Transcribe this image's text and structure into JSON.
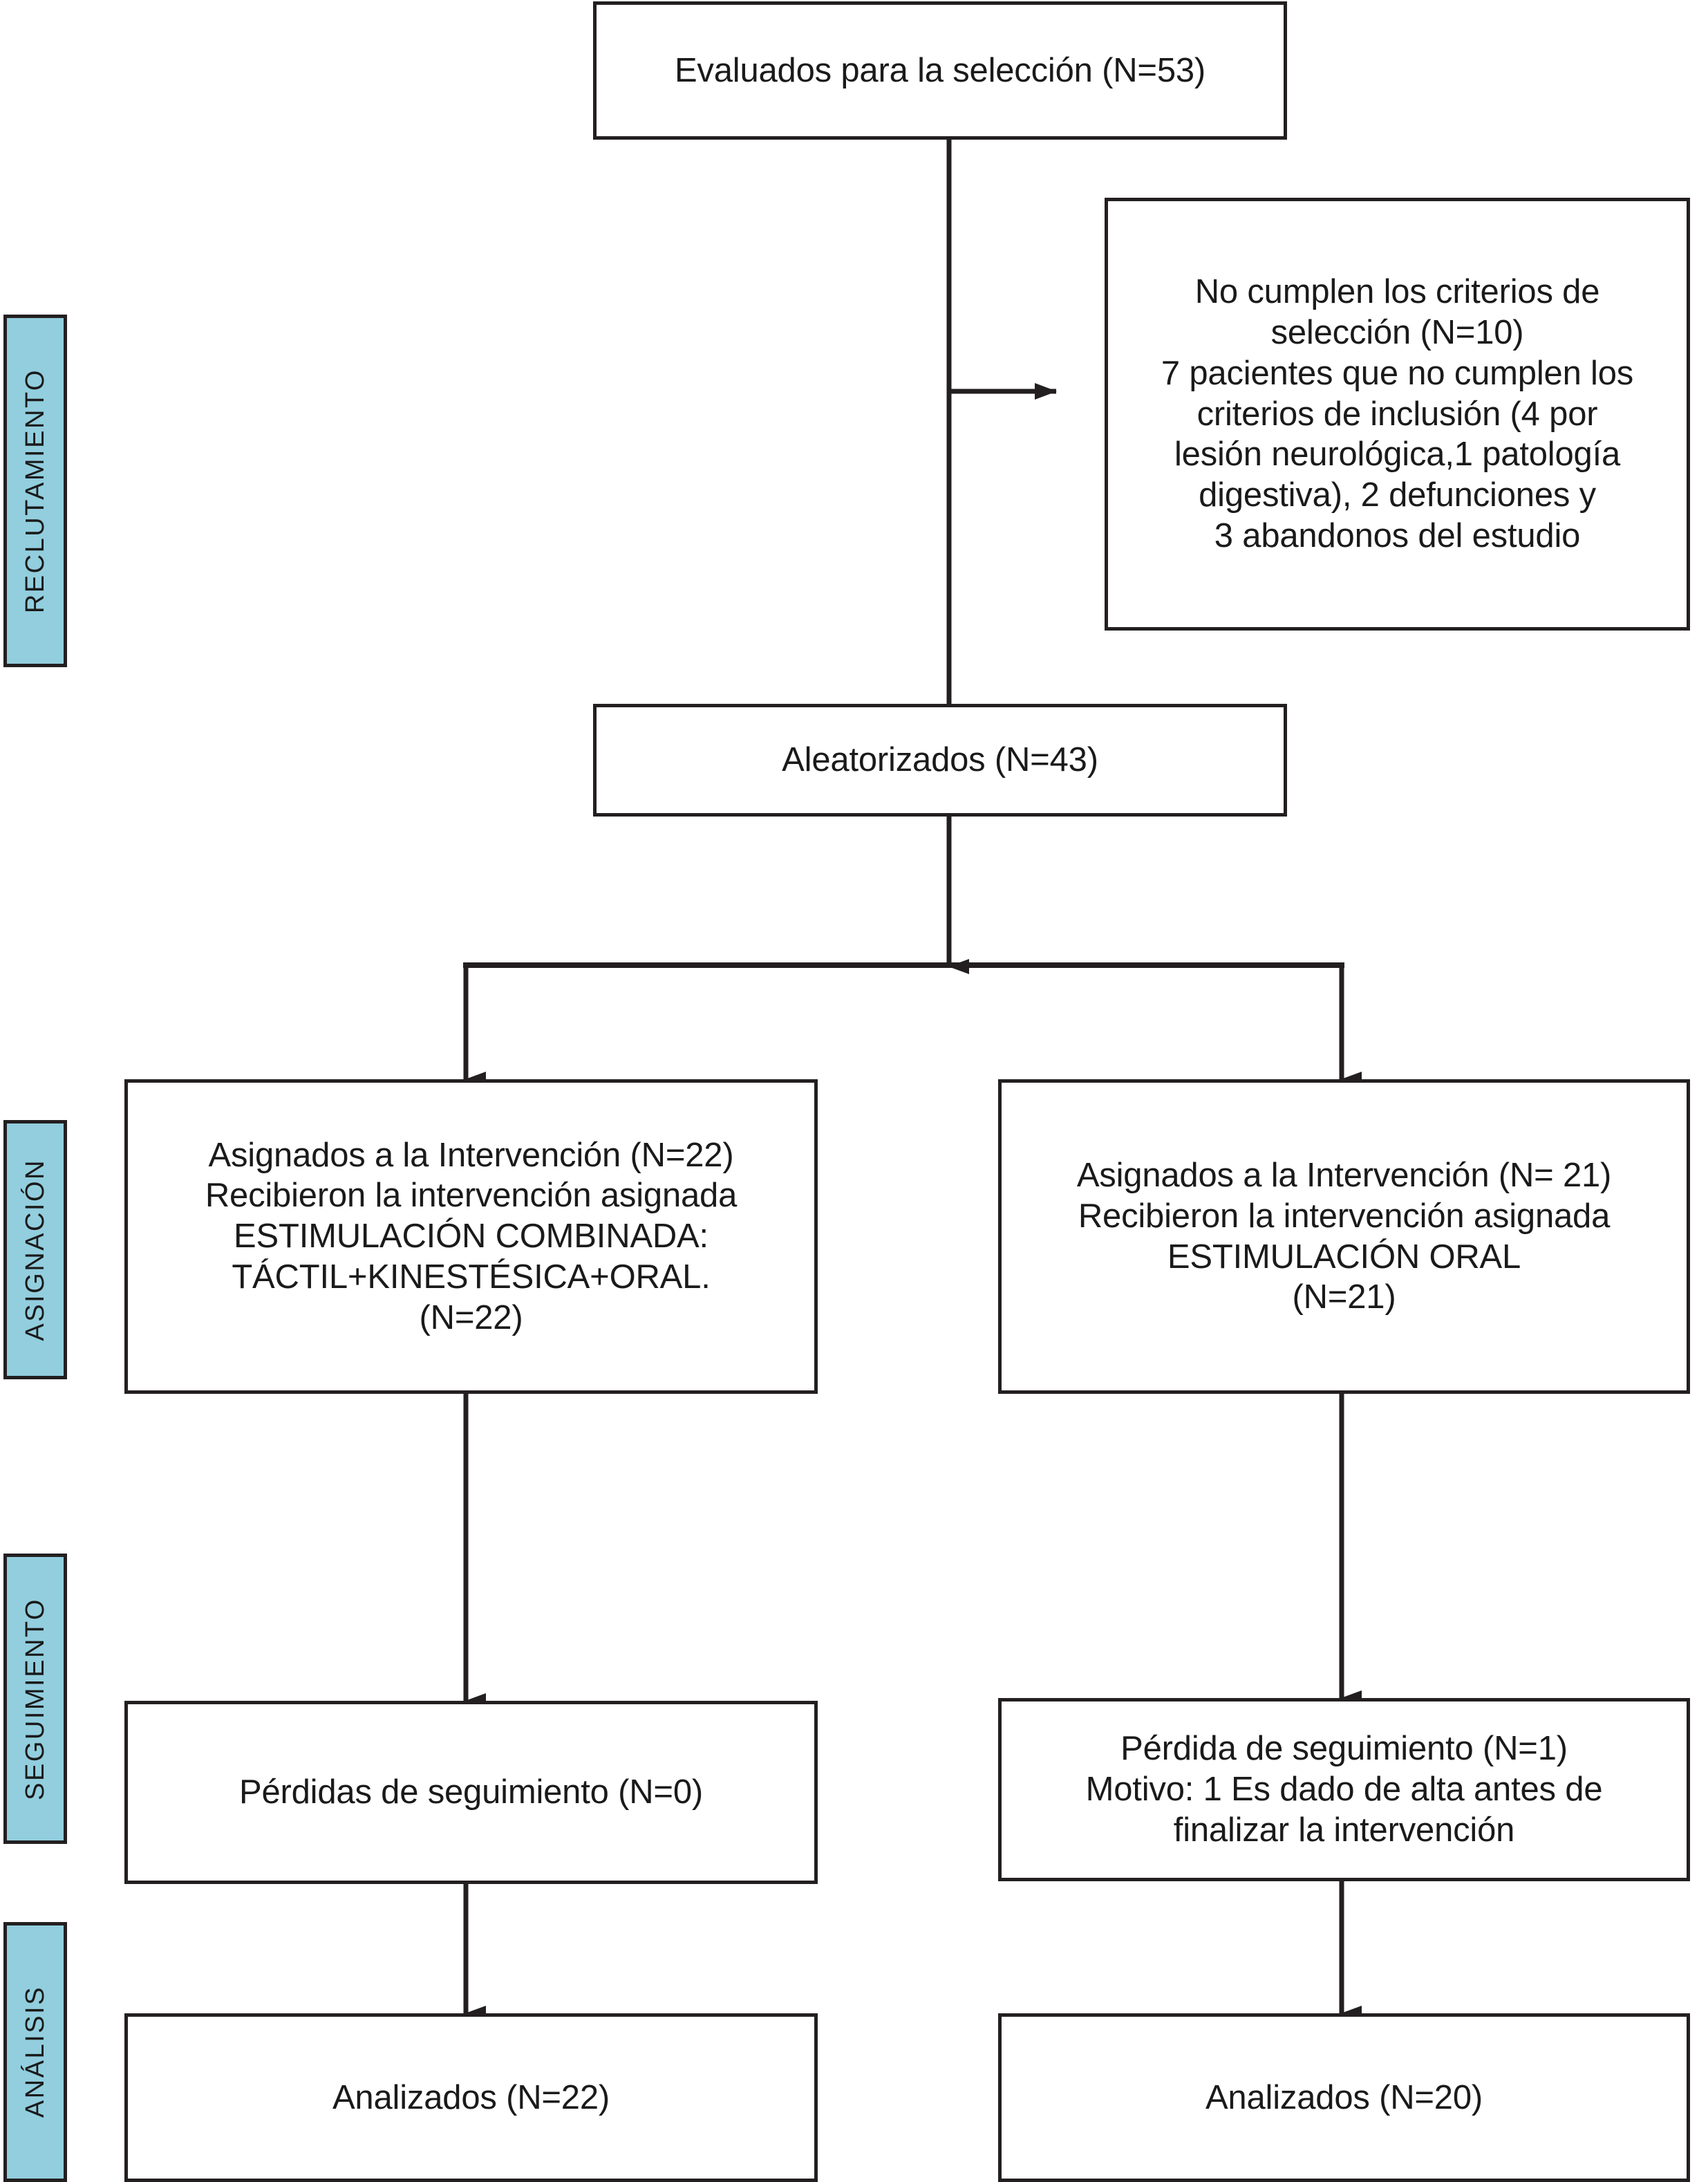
{
  "diagram": {
    "title": "Diagrama de flujo CONSORT",
    "accent_color": "#92CEDE",
    "line_color": "#231f20",
    "background": "#ffffff"
  },
  "stages": [
    {
      "id": "reclutamiento",
      "label": "RECLUTAMIENTO"
    },
    {
      "id": "asignacion",
      "label": "ASIGNACIÓN"
    },
    {
      "id": "seguimiento",
      "label": "SEGUIMIENTO"
    },
    {
      "id": "analisis",
      "label": "ANÁLISIS"
    }
  ],
  "nodes": {
    "screened": {
      "text": "Evaluados para la selección (N=53)",
      "n": 53
    },
    "excluded": {
      "text": "No cumplen los criterios de\nselección (N=10)\n7 pacientes que no cumplen los\ncriterios de inclusión (4 por\nlesión neurológica,1 patología\ndigestiva), 2 defunciones y\n3 abandonos del estudio",
      "n": 10
    },
    "randomized": {
      "text": "Aleatorizados (N=43)",
      "n": 43
    },
    "allocation_left": {
      "text": "Asignados a la Intervención (N=22)\nRecibieron la intervención asignada\nESTIMULACIÓN COMBINADA:\nTÁCTIL+KINESTÉSICA+ORAL.\n(N=22)",
      "n": 22
    },
    "allocation_right": {
      "text": "Asignados a la Intervención (N= 21)\nRecibieron la intervención asignada\nESTIMULACIÓN ORAL\n(N=21)",
      "n": 21
    },
    "followup_left": {
      "text": "Pérdidas de seguimiento (N=0)",
      "n": 0
    },
    "followup_right": {
      "text": "Pérdida de seguimiento (N=1)\nMotivo: 1 Es dado de alta antes de\nfinalizar la intervención",
      "n": 1
    },
    "analyzed_left": {
      "text": "Analizados (N=22)",
      "n": 22
    },
    "analyzed_right": {
      "text": "Analizados (N=20)",
      "n": 20
    }
  },
  "chart_data": {
    "type": "diagram",
    "title": "Diagrama de flujo CONSORT del ensayo",
    "flow": [
      {
        "from": "screened",
        "to": "excluded",
        "kind": "exclusion-arrow",
        "direction": "right"
      },
      {
        "from": "screened",
        "to": "randomized",
        "kind": "arrow",
        "direction": "down"
      },
      {
        "from": "randomized",
        "to": "allocation_left",
        "kind": "split-arrow",
        "direction": "down-left"
      },
      {
        "from": "randomized",
        "to": "allocation_right",
        "kind": "split-arrow",
        "direction": "down-right"
      },
      {
        "from": "allocation_left",
        "to": "followup_left",
        "kind": "arrow",
        "direction": "down"
      },
      {
        "from": "allocation_right",
        "to": "followup_right",
        "kind": "arrow",
        "direction": "down"
      },
      {
        "from": "followup_left",
        "to": "analyzed_left",
        "kind": "arrow",
        "direction": "down"
      },
      {
        "from": "followup_right",
        "to": "analyzed_right",
        "kind": "arrow",
        "direction": "down"
      }
    ],
    "counts": {
      "evaluados": 53,
      "excluidos": 10,
      "aleatorizados": 43,
      "asignados_combinada": 22,
      "asignados_oral": 21,
      "perdidas_combinada": 0,
      "perdidas_oral": 1,
      "analizados_combinada": 22,
      "analizados_oral": 20
    }
  }
}
